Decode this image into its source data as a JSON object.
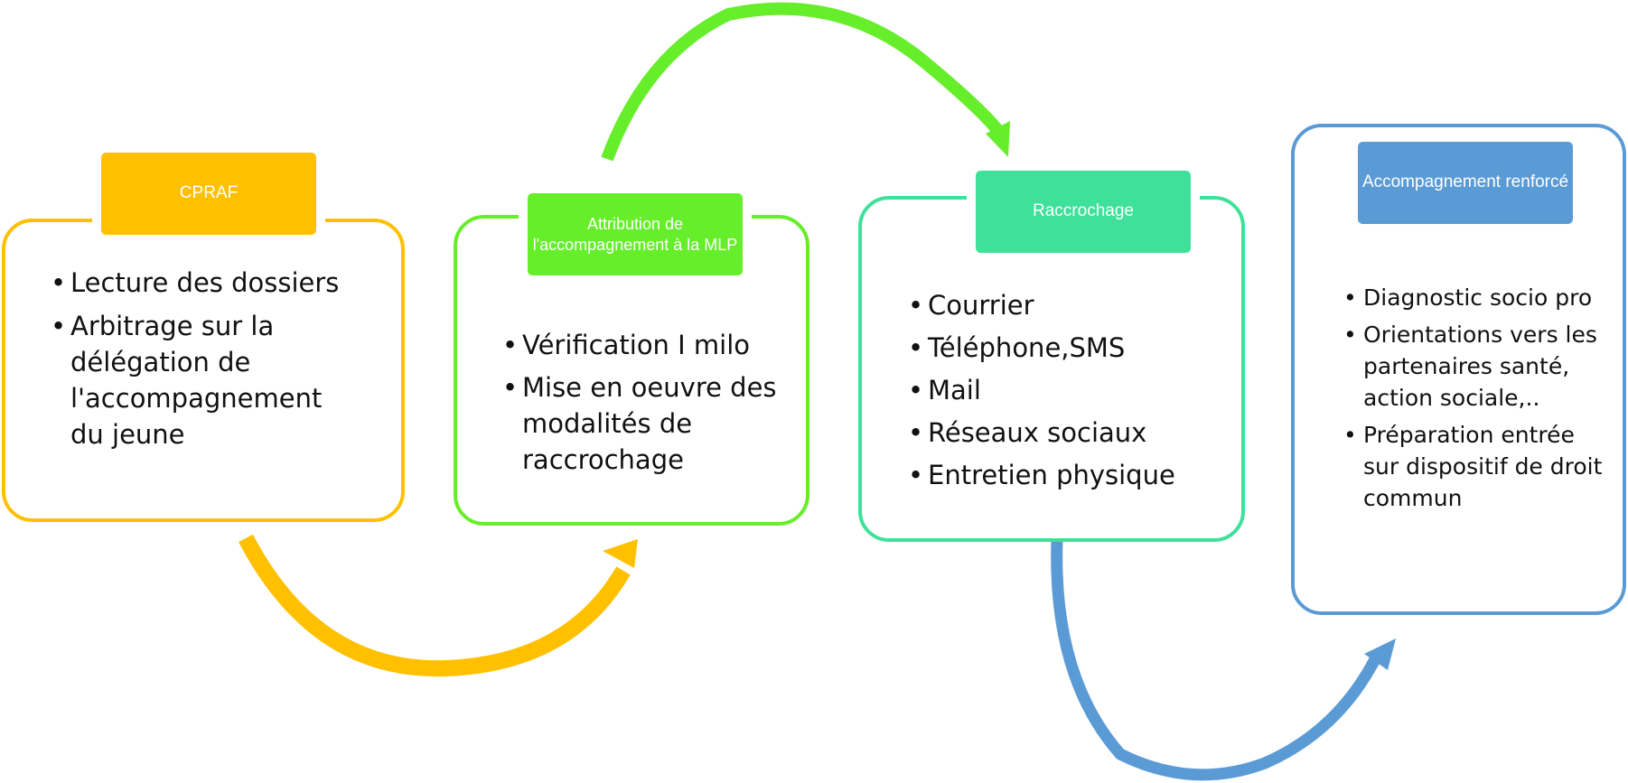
{
  "colors": {
    "cpraf": "#FFC000",
    "attribution": "#66EE2A",
    "raccrochage": "#3FE19A",
    "renforce": "#5B9BD5"
  },
  "steps": [
    {
      "title": "CPRAF",
      "items": [
        "Lecture des dossiers",
        "Arbitrage sur la délégation de l'accompagnement du jeune"
      ]
    },
    {
      "title": "Attribution de l'accompagnement à la MLP",
      "items": [
        "Vérification I milo",
        "Mise en oeuvre des modalités de raccrochage"
      ]
    },
    {
      "title": "Raccrochage",
      "items": [
        "Courrier",
        "Téléphone,SMS",
        "Mail",
        "Réseaux sociaux",
        "Entretien physique"
      ]
    },
    {
      "title": "Accompagnement renforcé",
      "items": [
        "Diagnostic socio pro",
        "Orientations vers les partenaires santé, action sociale,..",
        "Préparation entrée sur dispositif de droit commun"
      ]
    }
  ]
}
